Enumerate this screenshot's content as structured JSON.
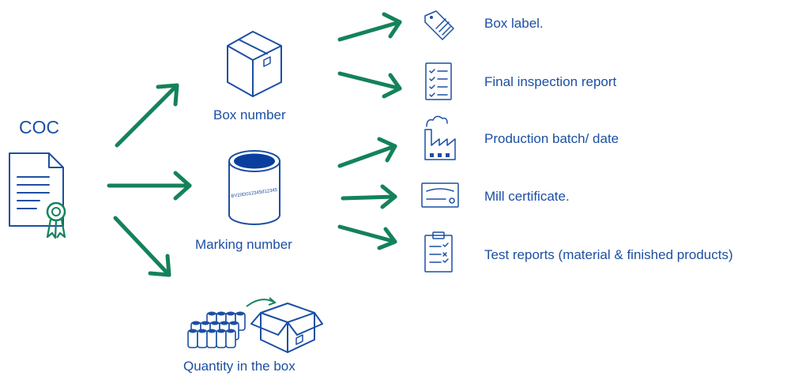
{
  "diagram": {
    "root": {
      "label": "COC"
    },
    "middle": {
      "box": {
        "label": "Box number"
      },
      "marking": {
        "label": "Marking number",
        "serial": "BV20D012345d12345"
      },
      "quantity": {
        "label": "Quantity in the box"
      }
    },
    "outputs": [
      {
        "label": "Box label.",
        "icon": "tag-icon"
      },
      {
        "label": "Final inspection report",
        "icon": "checklist-icon"
      },
      {
        "label": "Production batch/ date",
        "icon": "factory-icon"
      },
      {
        "label": "Mill certificate.",
        "icon": "certificate-icon"
      },
      {
        "label": "Test reports (material & finished products)",
        "icon": "clipboard-icon"
      }
    ],
    "colors": {
      "text": "#1c4fa3",
      "arrow": "#14825a",
      "icon": "#1c4fa3"
    }
  }
}
